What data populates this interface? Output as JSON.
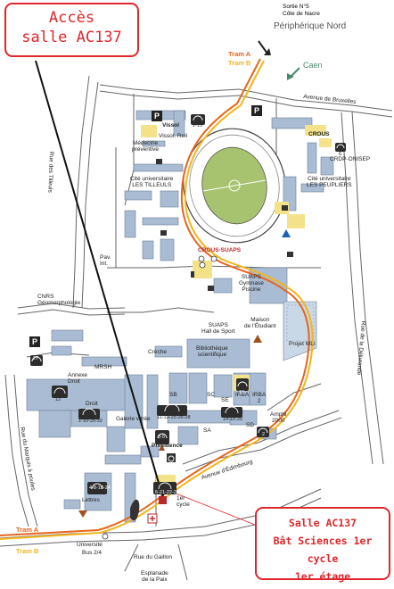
{
  "callouts": {
    "acces_line1": "Accès",
    "acces_line2": "salle AC137",
    "target_line1": "Salle AC137",
    "target_line2": "Bât Sciences 1er cycle",
    "target_line3": "1er étage"
  },
  "signage": {
    "exit_line1": "Sortie N°5",
    "exit_line2": "Côte de Nacre",
    "ring_road": "Périphérique Nord",
    "caen": "Caen"
  },
  "trams": {
    "top_a": "Tram A",
    "top_b": "Tram B",
    "bottom_a": "Tram A",
    "bottom_b": "Tram B"
  },
  "streets": {
    "bruxelles": "Avenue de Bruxelles",
    "tilleuls": "Rue des Tilleuls",
    "delivrande": "Rue de la Délivrande",
    "edimbourg": "Avenue d'Édimbourg",
    "gaillon": "Rue du Gaillon",
    "marquis": "Rue du Marquis à poules",
    "esplanade_line1": "Esplanade",
    "esplanade_line2": "de la Paix"
  },
  "places": {
    "vissol": "Vissol",
    "vissol_reil": "Vissol. Reil",
    "medecine_line1": "Médecine",
    "medecine_line2": "préventive",
    "crous": "CROUS",
    "crdp": "CRDP-ONISEP",
    "cite_tilleuls_line1": "Cité universitaire",
    "cite_tilleuls_line2": "LES TILLEULS",
    "cite_peupliers_line1": "Cité universitaire",
    "cite_peupliers_line2": "LES PEUPLIERS",
    "pav_line1": "Pav.",
    "pav_line2": "Int.",
    "crous_suaps": "CROUS-SUAPS",
    "suaps_line1": "SUAPS",
    "suaps_line2": "Gymnase",
    "suaps_line3": "Piscine",
    "cnrs_line1": "CNRS",
    "cnrs_line2": "Géomorphologie",
    "maison_line1": "Maison",
    "maison_line2": "de l'Étudiant",
    "suaps_hall_line1": "SUAPS",
    "suaps_hall_line2": "Hall de Sport",
    "projet_mli": "Projet MLI",
    "mrsh": "MRSH",
    "creche": "Crèche",
    "bibli_line1": "Bibliothèque",
    "bibli_line2": "scientifique",
    "annexe_line1": "Annexe",
    "annexe_line2": "Droit",
    "droit": "Droit",
    "galerie": "Galerie vitrée",
    "sb": "SB",
    "sc": "SC",
    "sa": "SA",
    "se": "SE",
    "sd": "SD",
    "irba": "IRBA",
    "irba2_line1": "IRBA",
    "irba2_line2": "2",
    "amphi_line1": "Amphi",
    "amphi_line2": "2000",
    "presidence": "Présidence",
    "lettres": "Lettres",
    "cycle_line1": "1er",
    "cycle_line2": "cycle",
    "universite": "Université",
    "bus": "Bus 2/4"
  },
  "badges": {
    "b1": "2-15",
    "b2": "6",
    "b3": "12",
    "b4": "27",
    "b5": "1-10-25-32",
    "b6": "11-13-25-26-28",
    "b7": "14-15-20",
    "b8": "19",
    "b9": "3-5",
    "b10": "4-8-18-24",
    "b11": "6-21-22-23",
    "b12": "2"
  },
  "colors": {
    "building": "#a9bcd3",
    "accent_yellow": "#f3e28a",
    "stadium_green": "#a7c36f",
    "road_edge": "#555555",
    "tram_orange": "#e7651d",
    "tram_yellow": "#f2b51d",
    "callout_red": "#e0262a"
  }
}
